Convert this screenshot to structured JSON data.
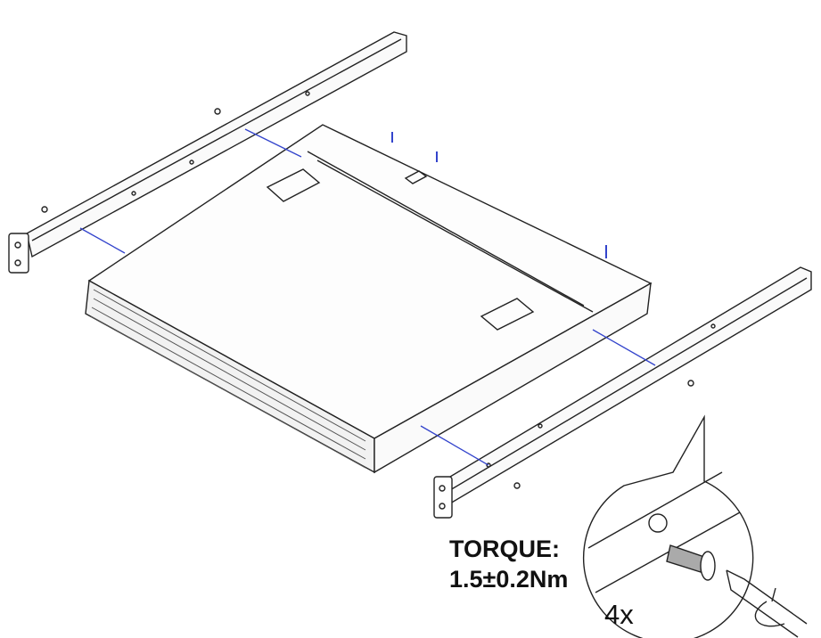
{
  "annotation": {
    "torque_label": "TORQUE:",
    "torque_value": "1.5±0.2Nm",
    "quantity": "4x"
  },
  "colors": {
    "line": "#222222",
    "guide": "#3344cc"
  },
  "icons": [
    "screw-icon",
    "screwdriver-icon",
    "rotate-arrow-icon"
  ]
}
